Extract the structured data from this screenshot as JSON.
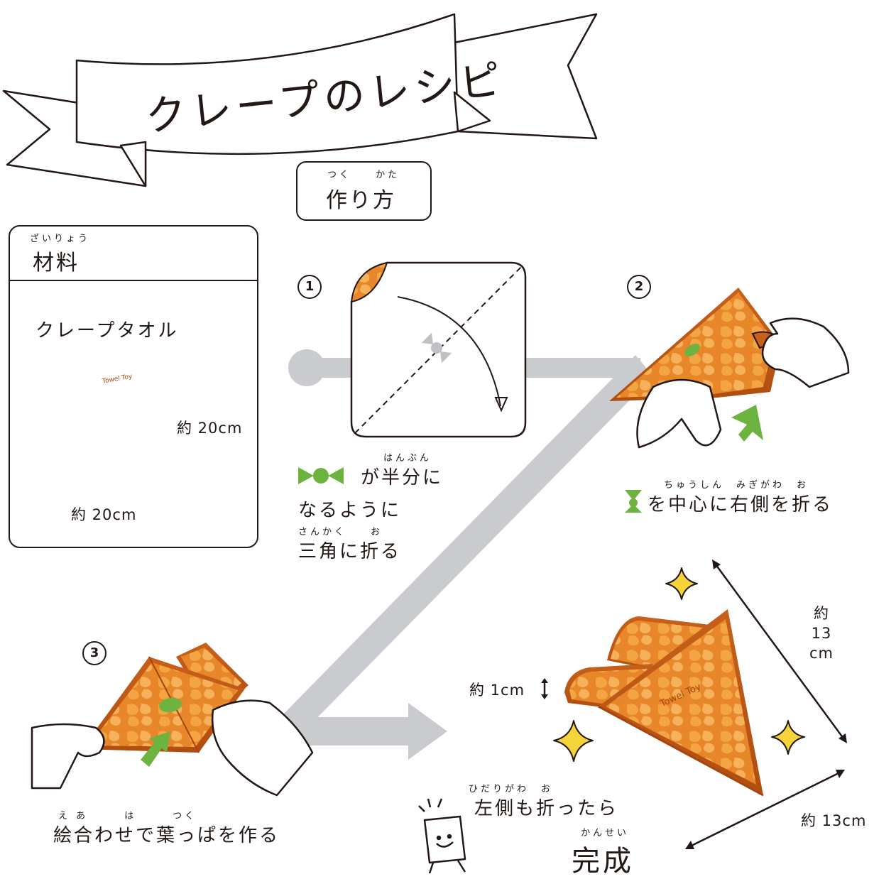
{
  "title": "クレープのレシピ",
  "method": {
    "ruby": "つく　　かた",
    "label": "作り方"
  },
  "materials": {
    "ruby": "ざいりょう",
    "label": "材料",
    "item": "クレープタオル",
    "height_label": "約 20cm",
    "width_label": "約 20cm",
    "brand": "Towel Toy"
  },
  "steps": [
    {
      "number": "1",
      "ruby": "はんぶん",
      "line1": "が半分に",
      "line2": "なるように",
      "ruby3": "さんかく　　お",
      "line3": "三角に折る"
    },
    {
      "number": "2",
      "ruby": "ちゅうしん　みぎがわ　お",
      "text": "を中心に右側を折る"
    },
    {
      "number": "3",
      "ruby": "え あ　　　は　　　つく",
      "text": "絵合わせで葉っぱを作る"
    }
  ],
  "finish": {
    "ruby1": "ひだりがわ　お",
    "line1": "左側も折ったら",
    "ruby2": "かんせい",
    "line2": "完成",
    "thickness_label": "約 1cm",
    "side_label": [
      "約",
      "13",
      "cm"
    ],
    "base_label": "約 13cm",
    "brand": "Towel Toy"
  },
  "colors": {
    "crepe": "#E8872A",
    "crepe_dark": "#C8601A",
    "crepe_light": "#F3A544",
    "leaf": "#6DB33F",
    "arrow_gray": "#C9CBCF",
    "sparkle": "#F5D33A"
  }
}
